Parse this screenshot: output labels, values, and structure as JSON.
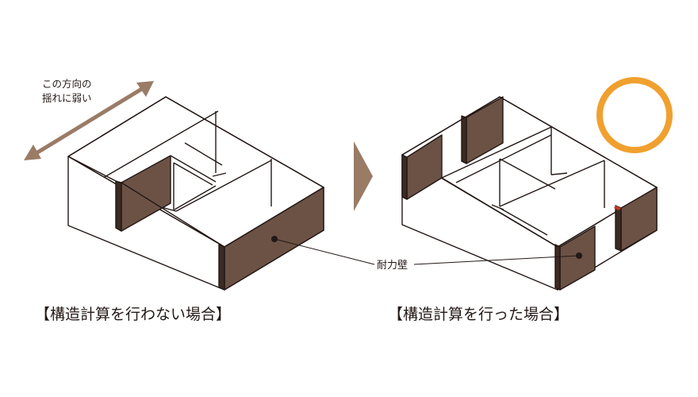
{
  "annotation": {
    "weak_direction_line1": "この方向の",
    "weak_direction_line2": "揺れに弱い",
    "bearing_wall": "耐力壁"
  },
  "captions": {
    "left": "【構造計算を行わない場合】",
    "right": "【構造計算を行った場合】"
  },
  "colors": {
    "wall": "#6b5245",
    "wall_dark": "#3b2b22",
    "outline": "#231815",
    "arrow": "#9a7b66",
    "next_arrow": "#9a7b66",
    "circle": "#f0a02e",
    "accent_red": "#c0392b"
  }
}
